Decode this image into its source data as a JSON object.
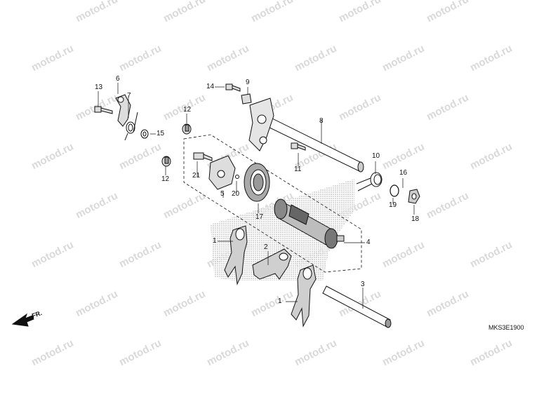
{
  "watermark": "motod.ru",
  "diagram_code": "MKS3E1900",
  "direction_label": "FR.",
  "colors": {
    "line": "#111111",
    "shade": "#9a9a9a",
    "watermark": "#d9d9d9"
  },
  "callouts": {
    "c1a": "1",
    "c1b": "1",
    "c2": "2",
    "c3": "3",
    "c4": "4",
    "c5": "5",
    "c6": "6",
    "c7": "7",
    "c8": "8",
    "c9": "9",
    "c10": "10",
    "c11": "11",
    "c12a": "12",
    "c12b": "12",
    "c13": "13",
    "c14": "14",
    "c15": "15",
    "c16": "16",
    "c17": "17",
    "c18": "18",
    "c19": "19",
    "c20": "20",
    "c21": "21"
  }
}
